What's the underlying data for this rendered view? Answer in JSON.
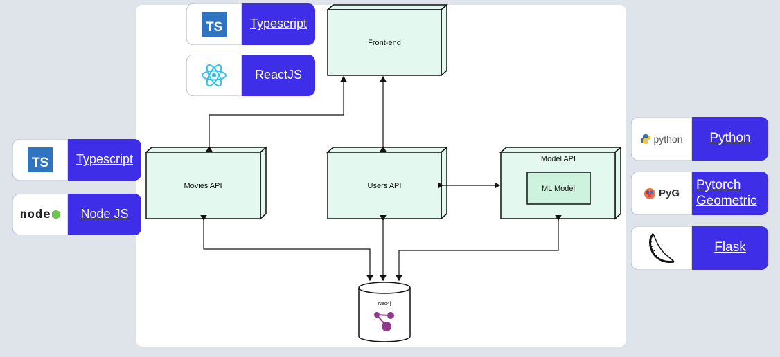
{
  "nodes": {
    "frontend": "Front-end",
    "movies_api": "Movies API",
    "users_api": "Users API",
    "model_api": "Model API",
    "ml_model": "ML Model",
    "neo4j": "Neo4j"
  },
  "tech_cards": {
    "typescript_top": "Typescript",
    "reactjs": "ReactJS",
    "typescript_left": "Typescript",
    "nodejs": "Node JS",
    "python": "Python",
    "pytorch_geometric": "Pytorch Geometric",
    "flask": "Flask"
  },
  "logos": {
    "ts_text": "TS",
    "python_logo_text": "python",
    "pyg_logo_text": "PyG",
    "node_logo_text": "node"
  },
  "colors": {
    "node_fill": "#e3f8ee",
    "card_accent": "#3f2ee8",
    "neo4j_purple": "#8e3b8a",
    "background": "#dfe3ea"
  }
}
